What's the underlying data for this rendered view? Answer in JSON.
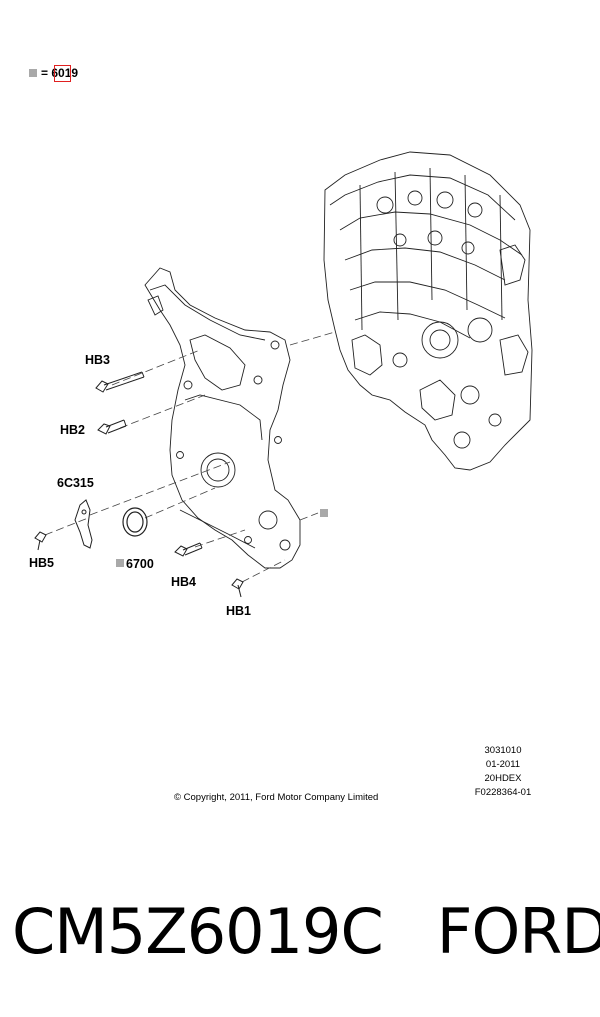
{
  "legend": {
    "equals": "= 6019"
  },
  "labels": {
    "hb3": "HB3",
    "hb2": "HB2",
    "c6315": "6C315",
    "hb5": "HB5",
    "p6700": "6700",
    "hb4": "HB4",
    "hb1": "HB1"
  },
  "meta": {
    "line1": "3031010",
    "line2": "01-2011",
    "line3": "20HDEX",
    "line4": "F0228364-01"
  },
  "copyright": "© Copyright, 2011, Ford Motor Company Limited",
  "footer": {
    "part_number": "CM5Z6019C",
    "brand": "FORD"
  }
}
